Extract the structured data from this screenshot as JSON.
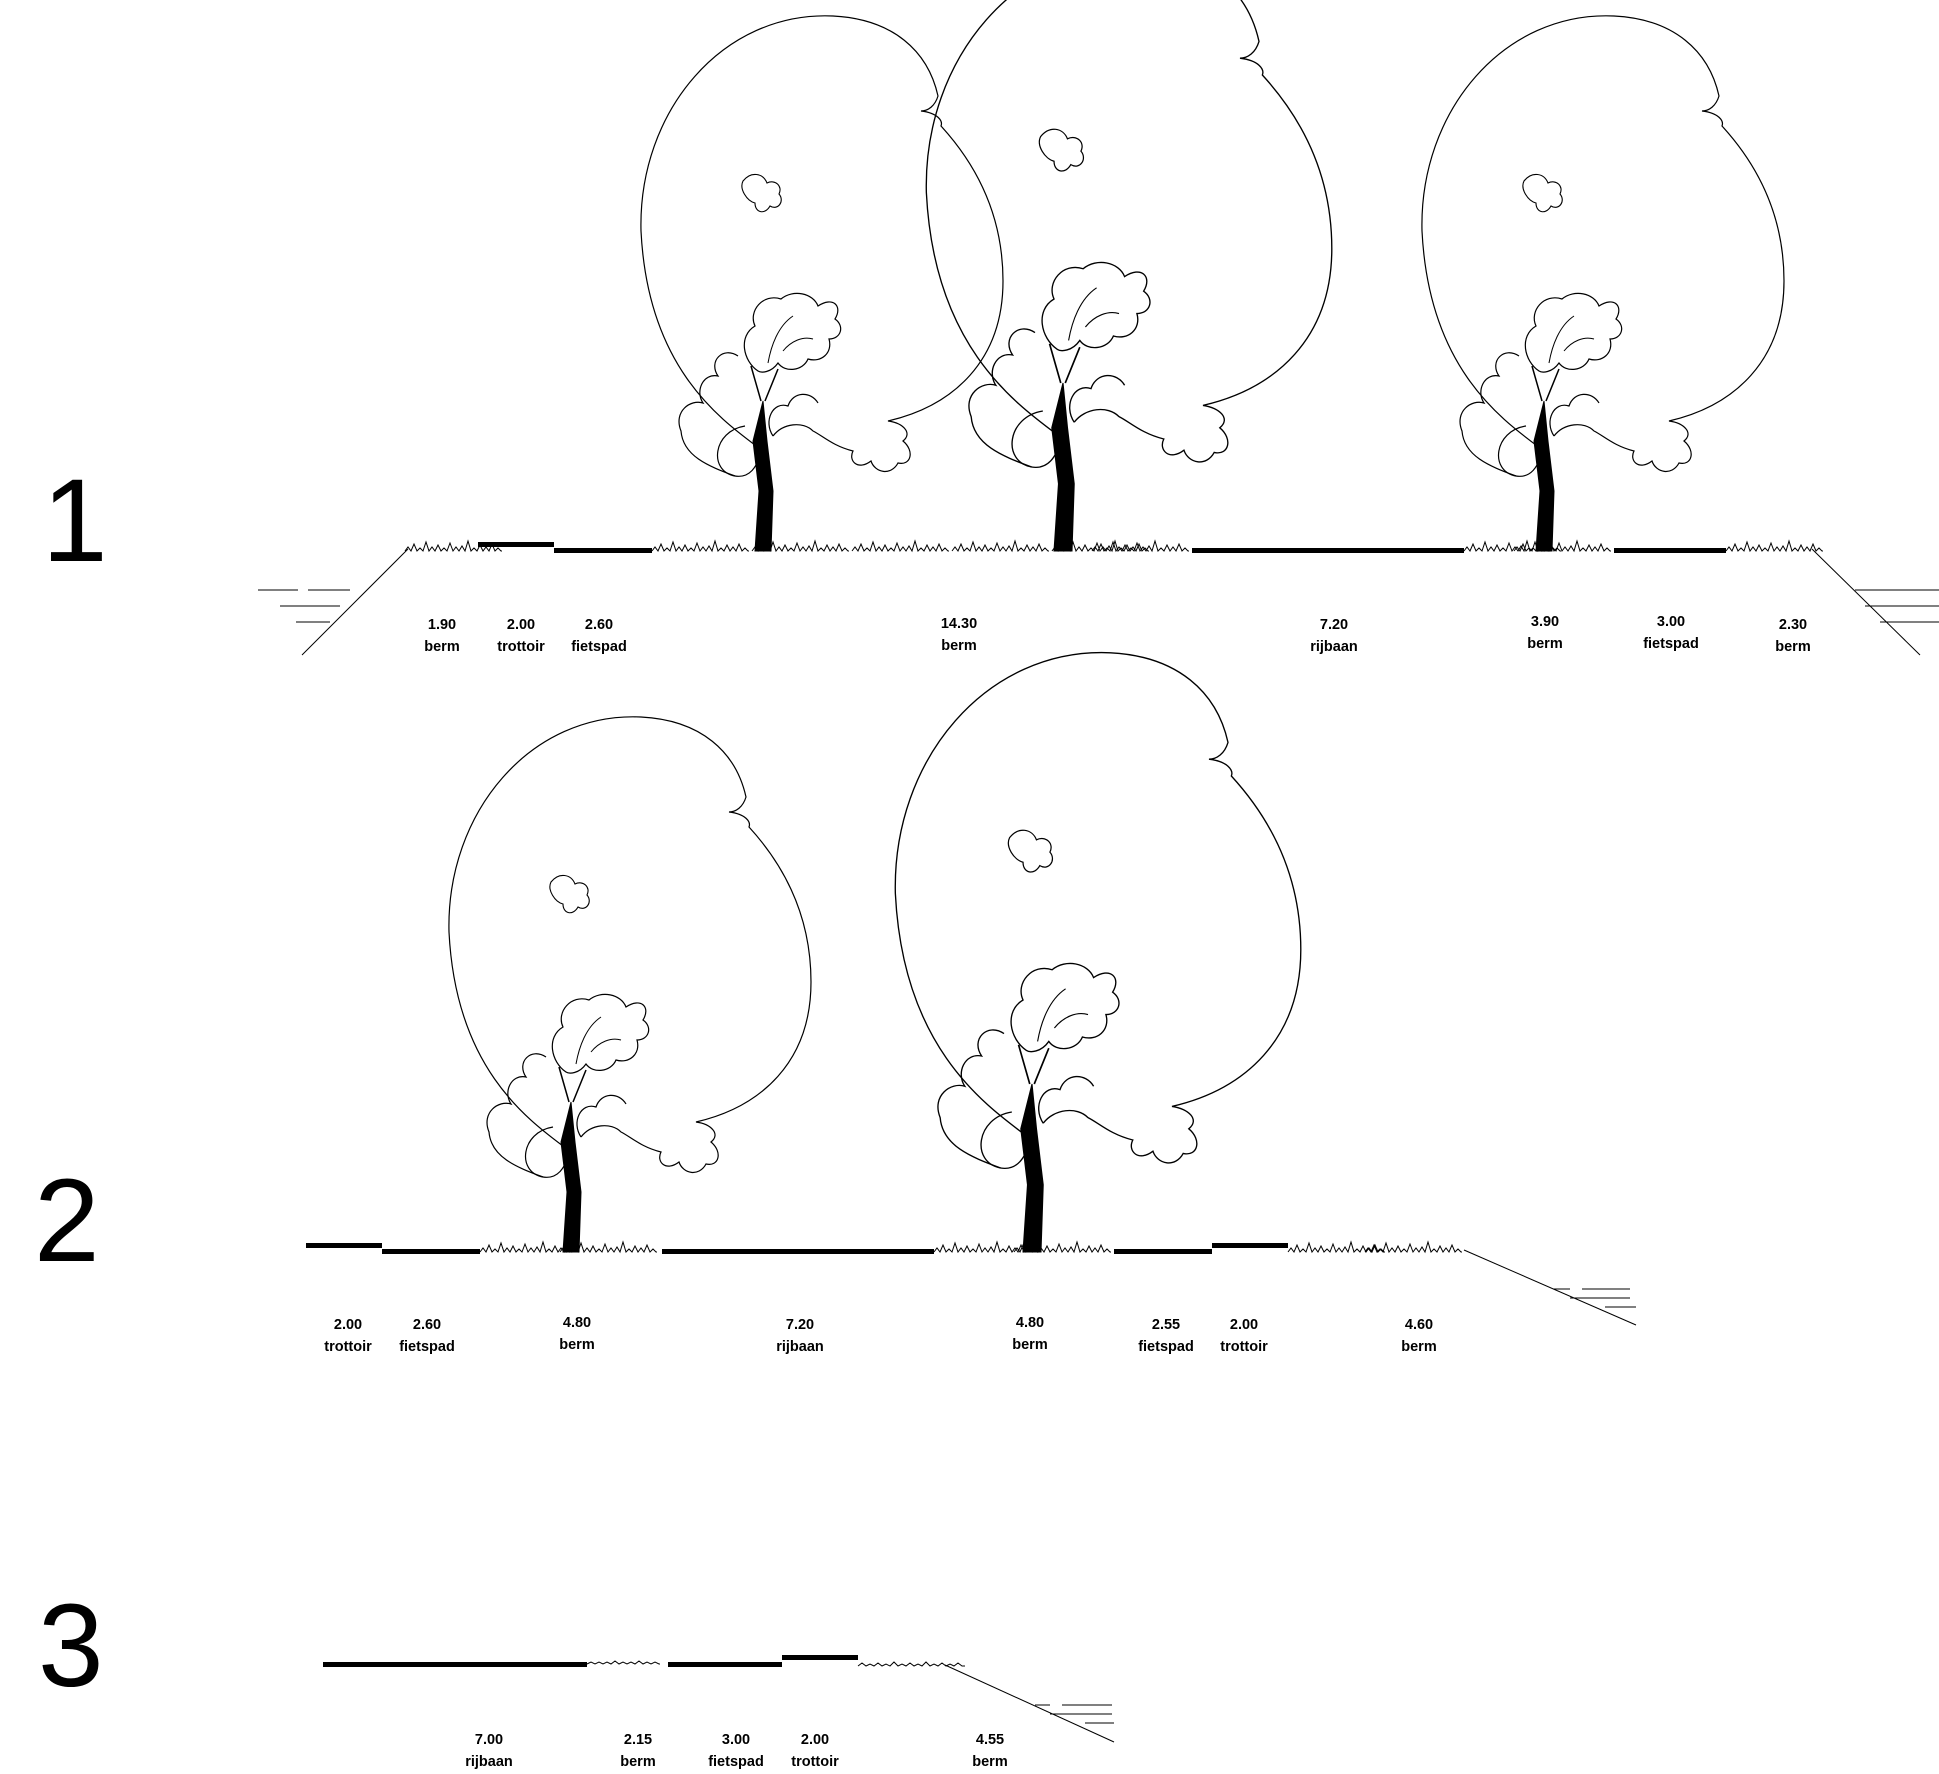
{
  "sections": [
    {
      "number": "1",
      "segments": [
        {
          "width": "1.90",
          "name": "berm"
        },
        {
          "width": "2.00",
          "name": "trottoir"
        },
        {
          "width": "2.60",
          "name": "fietspad"
        },
        {
          "width": "14.30",
          "name": "berm"
        },
        {
          "width": "7.20",
          "name": "rijbaan"
        },
        {
          "width": "3.90",
          "name": "berm"
        },
        {
          "width": "3.00",
          "name": "fietspad"
        },
        {
          "width": "2.30",
          "name": "berm"
        }
      ]
    },
    {
      "number": "2",
      "segments": [
        {
          "width": "2.00",
          "name": "trottoir"
        },
        {
          "width": "2.60",
          "name": "fietspad"
        },
        {
          "width": "4.80",
          "name": "berm"
        },
        {
          "width": "7.20",
          "name": "rijbaan"
        },
        {
          "width": "4.80",
          "name": "berm"
        },
        {
          "width": "2.55",
          "name": "fietspad"
        },
        {
          "width": "2.00",
          "name": "trottoir"
        },
        {
          "width": "4.60",
          "name": "berm"
        }
      ]
    },
    {
      "number": "3",
      "segments": [
        {
          "width": "7.00",
          "name": "rijbaan"
        },
        {
          "width": "2.15",
          "name": "berm"
        },
        {
          "width": "3.00",
          "name": "fietspad"
        },
        {
          "width": "2.00",
          "name": "trottoir"
        },
        {
          "width": "4.55",
          "name": "berm"
        }
      ]
    }
  ]
}
